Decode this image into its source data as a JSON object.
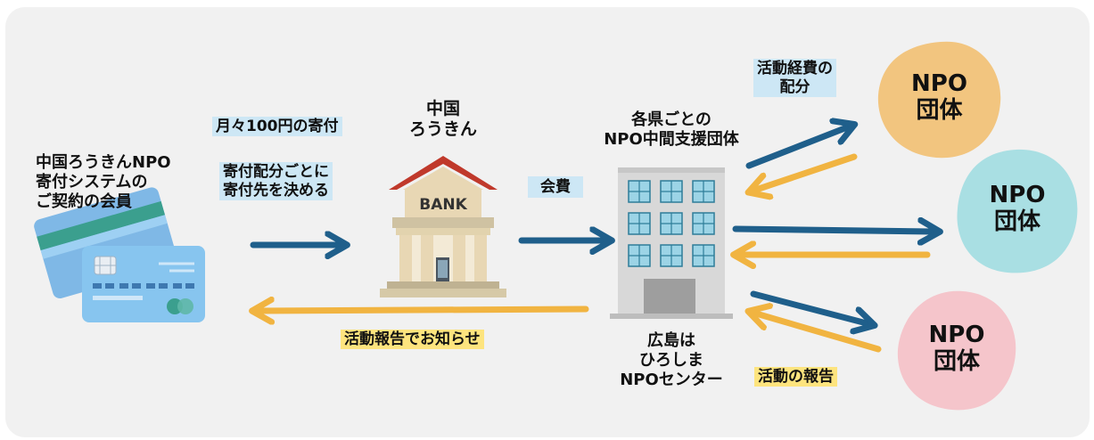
{
  "member": {
    "label": "中国ろうきんNPO\n寄付システムの\nご契約の会員"
  },
  "donation": {
    "monthly": "月々100円の寄付",
    "allocation": "寄付配分ごとに\n寄付先を決める"
  },
  "bank": {
    "label": "中国\nろうきん",
    "sign": "BANK"
  },
  "membership_fee": "会費",
  "activity_report_notice": "活動報告でお知らせ",
  "support_group": {
    "label": "各県ごとの\nNPO中間支援団体"
  },
  "hiroshima_center": "広島は\nひろしま\nNPOセンター",
  "activity_expense": "活動経費の\n配分",
  "activity_report": "活動の報告",
  "npo_groups": [
    {
      "label": "NPO\n団体",
      "color": "#f2c57f"
    },
    {
      "label": "NPO\n団体",
      "color": "#a9dfe3"
    },
    {
      "label": "NPO\n団体",
      "color": "#f5c5cb"
    }
  ],
  "colors": {
    "blue_arrow": "#1f5f8b",
    "yellow_arrow": "#f1b441",
    "roof": "#c0392b"
  }
}
